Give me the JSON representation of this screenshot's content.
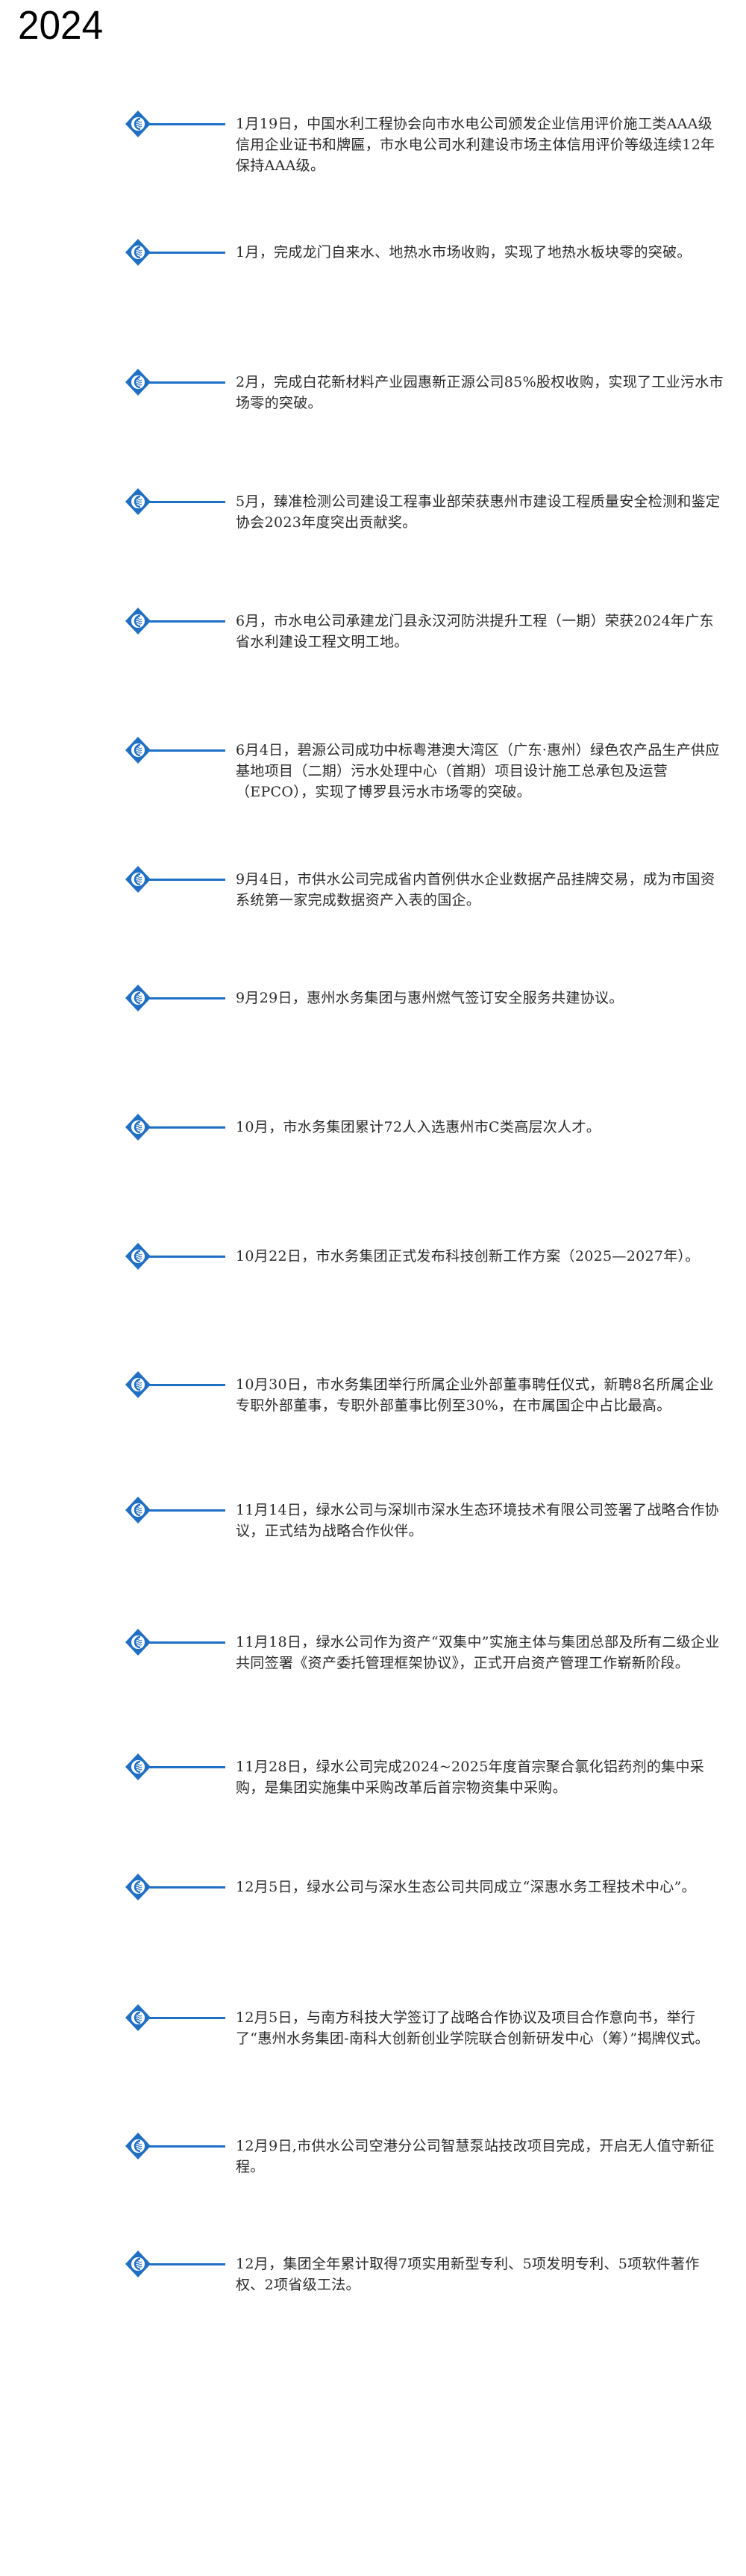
{
  "year": "2024",
  "accent_color": "#1f6fc5",
  "icon": "company-logo-diamond-icon",
  "events": [
    {
      "text": "1月19日，中国水利工程协会向市水电公司颁发企业信用评价施工类AAA级信用企业证书和牌匾，市水电公司水利建设市场主体信用评价等级连续12年保持AAA级。"
    },
    {
      "text": "1月，完成龙门自来水、地热水市场收购，实现了地热水板块零的突破。"
    },
    {
      "text": "2月，完成白花新材料产业园惠新正源公司85%股权收购，实现了工业污水市场零的突破。"
    },
    {
      "text": "5月，臻准检测公司建设工程事业部荣获惠州市建设工程质量安全检测和鉴定协会2023年度突出贡献奖。"
    },
    {
      "text": "6月，市水电公司承建龙门县永汉河防洪提升工程（一期）荣获2024年广东省水利建设工程文明工地。"
    },
    {
      "text": "6月4日，碧源公司成功中标粤港澳大湾区（广东·惠州）绿色农产品生产供应基地项目（二期）污水处理中心（首期）项目设计施工总承包及运营（EPCO），实现了博罗县污水市场零的突破。"
    },
    {
      "text": "9月4日，市供水公司完成省内首例供水企业数据产品挂牌交易，成为市国资系统第一家完成数据资产入表的国企。"
    },
    {
      "text": "9月29日，惠州水务集团与惠州燃气签订安全服务共建协议。"
    },
    {
      "text": "10月，市水务集团累计72人入选惠州市C类高层次人才。"
    },
    {
      "text": "10月22日，市水务集团正式发布科技创新工作方案（2025—2027年）。"
    },
    {
      "text": "10月30日，市水务集团举行所属企业外部董事聘任仪式，新聘8名所属企业专职外部董事，专职外部董事比例至30%，在市属国企中占比最高。"
    },
    {
      "text": "11月14日，绿水公司与深圳市深水生态环境技术有限公司签署了战略合作协议，正式结为战略合作伙伴。"
    },
    {
      "text": "11月18日，绿水公司作为资产“双集中”实施主体与集团总部及所有二级企业共同签署《资产委托管理框架协议》，正式开启资产管理工作崭新阶段。"
    },
    {
      "text": "11月28日，绿水公司完成2024~2025年度首宗聚合氯化铝药剂的集中采购，是集团实施集中采购改革后首宗物资集中采购。"
    },
    {
      "text": "12月5日，绿水公司与深水生态公司共同成立“深惠水务工程技术中心”。"
    },
    {
      "text": "12月5日，与南方科技大学签订了战略合作协议及项目合作意向书，举行了“惠州水务集团-南科大创新创业学院联合创新研发中心（筹）”揭牌仪式。"
    },
    {
      "text": "12月9日,市供水公司空港分公司智慧泵站技改项目完成，开启无人值守新征程。"
    },
    {
      "text": "12月，集团全年累计取得7项实用新型专利、5项发明专利、5项软件著作权、2项省级工法。"
    }
  ]
}
